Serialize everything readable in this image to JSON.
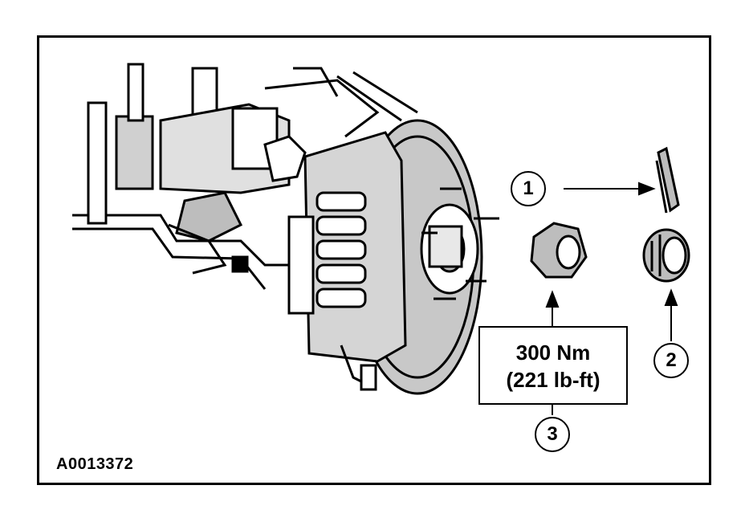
{
  "figure_id": "A0013372",
  "callouts": [
    {
      "number": "1",
      "part": "cotter-pin"
    },
    {
      "number": "2",
      "part": "nut-retainer"
    },
    {
      "number": "3",
      "part": "hub-nut"
    }
  ],
  "torque": {
    "metric": "300 Nm",
    "imperial": "(221 lb-ft)"
  },
  "colors": {
    "ink": "#000000",
    "paper": "#ffffff",
    "shade": "#bdbdbd"
  }
}
